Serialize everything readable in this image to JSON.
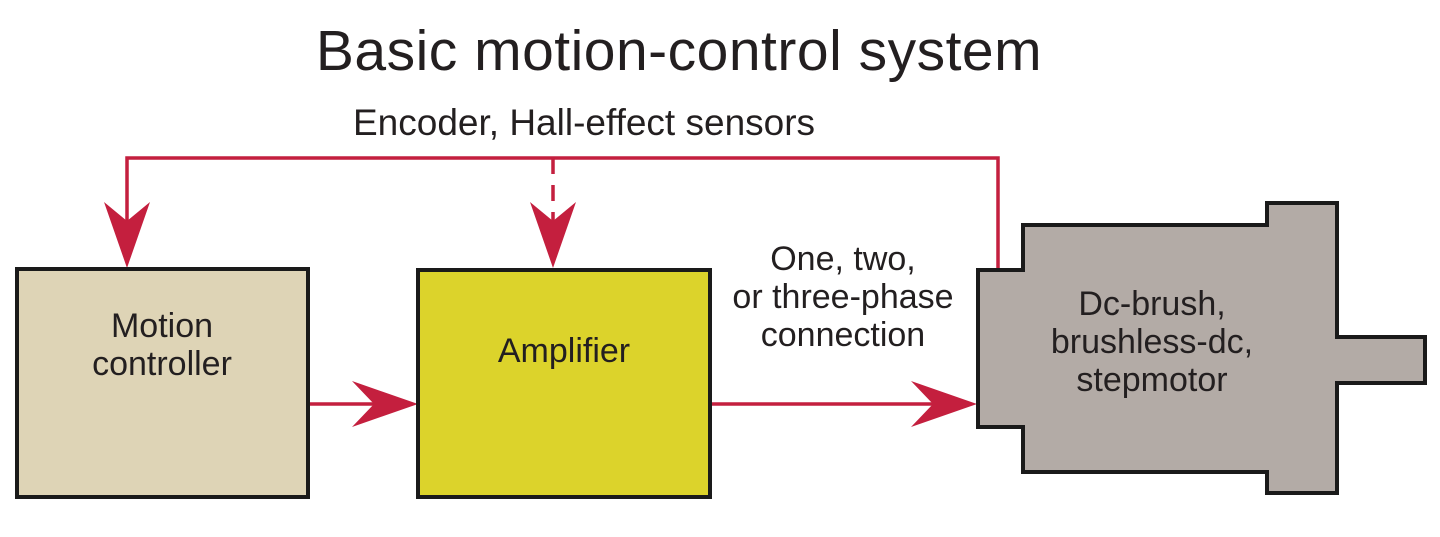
{
  "title": "Basic motion-control system",
  "feedback_label": "Encoder, Hall-effect sensors",
  "phase_label": {
    "line1": "One, two,",
    "line2": "or three-phase",
    "line3": "connection"
  },
  "boxes": {
    "motion_controller": {
      "line1": "Motion",
      "line2": "controller"
    },
    "amplifier": {
      "label": "Amplifier"
    },
    "motor": {
      "line1": "Dc-brush,",
      "line2": "brushless-dc,",
      "line3": "stepmotor"
    }
  },
  "colors": {
    "background": "#ffffff",
    "arrow_red": "#c41f3e",
    "controller_fill": "#ded4b6",
    "amplifier_fill": "#dcd32b",
    "motor_fill": "#b3aba6",
    "outline": "#1a1a1a",
    "text": "#231f20"
  }
}
